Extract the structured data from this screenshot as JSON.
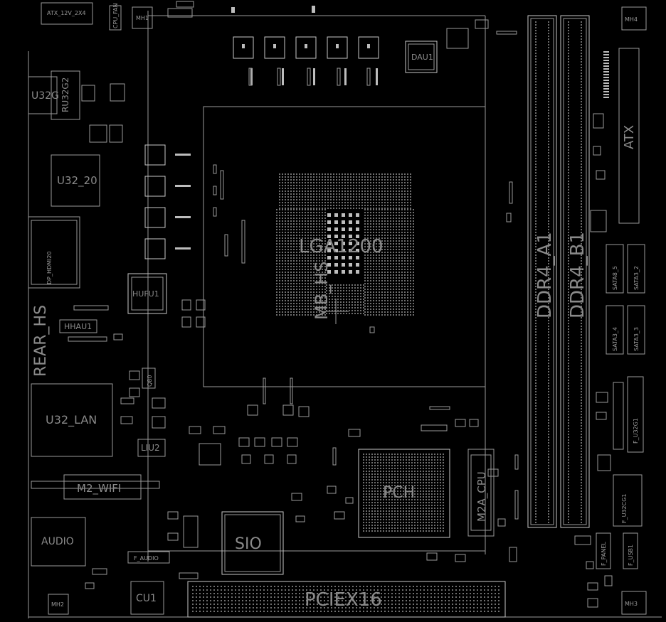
{
  "labels": {
    "atx_12v": "ATX_12V_2X4",
    "cpu_fan": "CPU_FAN",
    "mh1": "MH1",
    "mh2": "MH2",
    "mh3": "MH3",
    "mh4": "MH4",
    "u32g": "U32G",
    "ru32g2": "RU32G2",
    "u32_20": "U32_20",
    "dp_hdmi20": "DP_HDMI20",
    "hufu1": "HUFU1",
    "hhau1": "HHAU1",
    "rear_hs": "REAR_HS",
    "u32_lan": "U32_LAN",
    "q80": "Q80",
    "liu2": "LIU2",
    "m2_wifi": "M2_WIFI",
    "audio": "AUDIO",
    "f_audio": "F_AUDIO",
    "cu1": "CU1",
    "sio": "SIO",
    "pciex16": "PCIEX16",
    "pch": "PCH",
    "m2a_cpu": "M2A_CPU",
    "lga1200": "LGA1200",
    "mb_hs": "MB_HS",
    "dau1": "DAU1",
    "ddr4_a1": "DDR4_A1",
    "ddr4_b1": "DDR4_B1",
    "atx": "ATX",
    "sata8_5": "SATA8_5",
    "sata3_2": "SATA3_2",
    "sata3_4": "SATA3_4",
    "sata3_3": "SATA3_3",
    "f_u32g1": "F_U32G1",
    "f_u32cg1": "F_U32CG1",
    "f_panel": "F_PANEL",
    "f_usb1": "F_USB1"
  },
  "colors": {
    "background": "#000000",
    "outline": "#9a9a9a",
    "label": "#8a8a8a",
    "pad": "#bdbdbd"
  }
}
